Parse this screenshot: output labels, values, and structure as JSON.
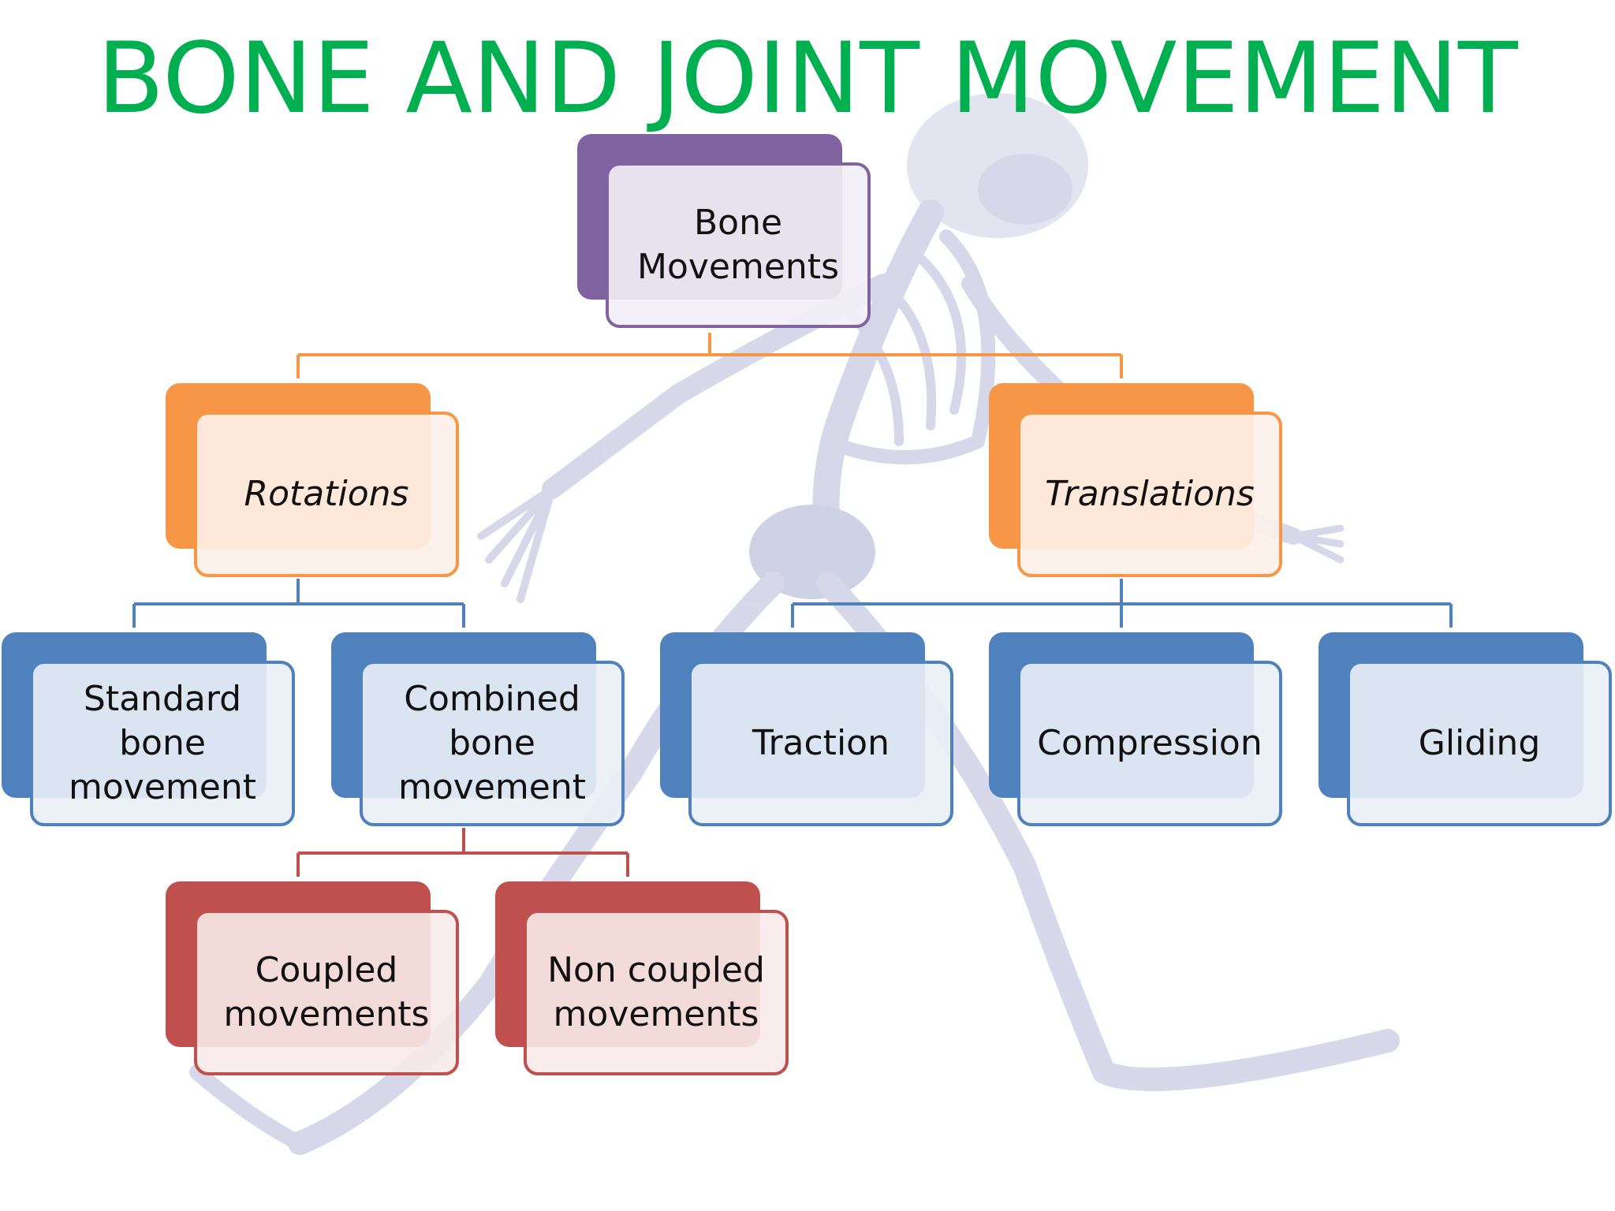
{
  "title": "BONE AND JOINT MOVEMENT",
  "colors": {
    "title": "#00b050",
    "level1": "#8064a2",
    "level2": "#f79646",
    "level3": "#4f81bd",
    "level4": "#c0504d"
  },
  "nodes": {
    "root": "Bone Movements",
    "rotations": "Rotations",
    "translations": "Translations",
    "standard": "Standard bone movement",
    "combined": "Combined bone movement",
    "traction": "Traction",
    "compression": "Compression",
    "gliding": "Gliding",
    "coupled": "Coupled movements",
    "noncoupled": "Non coupled movements"
  },
  "background_image": "skeleton-figure"
}
